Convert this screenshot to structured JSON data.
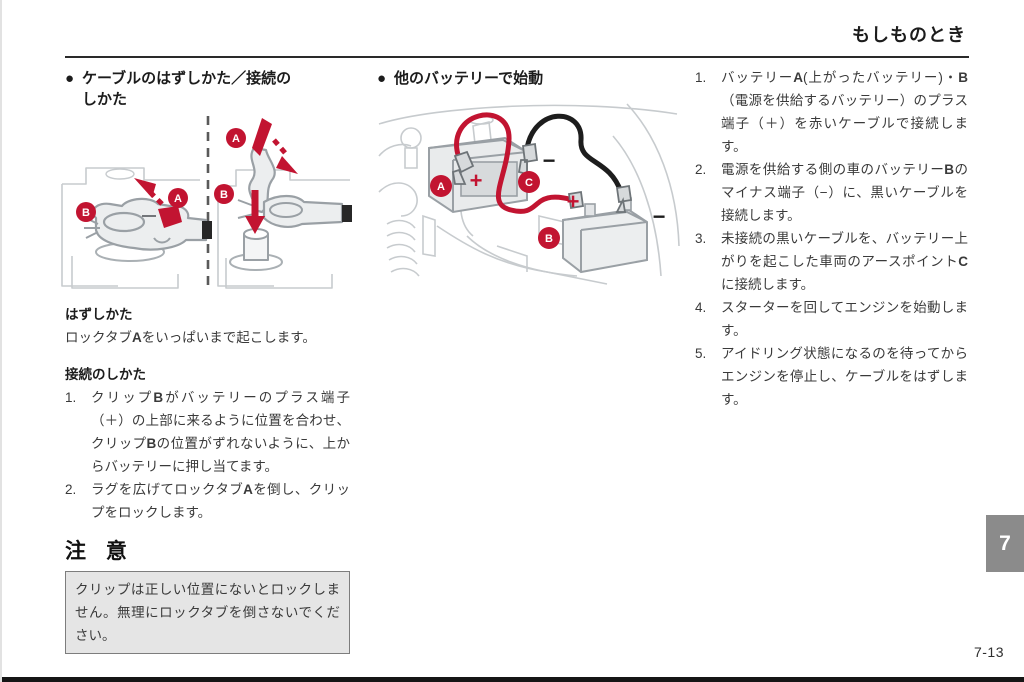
{
  "page": {
    "header_title": "もしものとき",
    "page_number": "7-13",
    "side_tab": "7"
  },
  "colors": {
    "accent_red": "#c21431",
    "tab_gray": "#8b8b8b",
    "caution_bg": "#e5e5e5",
    "line_art_gray": "#c7cbce",
    "clip_gray": "#9aa0a5"
  },
  "left_column": {
    "bullet": "●",
    "heading": "ケーブルのはずしかた／接続の\nしかた",
    "removal_title": "はずしかた",
    "removal_body": [
      {
        "t": "ロックタブ"
      },
      {
        "t": "A",
        "b": true
      },
      {
        "t": "をいっぱいまで起こします。"
      }
    ],
    "connect_title": "接続のしかた",
    "connect_steps": [
      {
        "num": "1.",
        "segments": [
          {
            "t": "クリップ"
          },
          {
            "t": "B",
            "b": true
          },
          {
            "t": "がバッテリーのプラス端子（＋）の上部に来るように位置を合わせ、クリップ"
          },
          {
            "t": "B",
            "b": true
          },
          {
            "t": "の位置がずれないように、上からバッテリーに押し当てます。"
          }
        ]
      },
      {
        "num": "2.",
        "segments": [
          {
            "t": "ラグを広げてロックタブ"
          },
          {
            "t": "A",
            "b": true
          },
          {
            "t": "を倒し、クリップをロックします。"
          }
        ]
      }
    ],
    "caution_title": "注 意",
    "caution_body": "クリップは正しい位置にないとロックしません。無理にロックタブを倒さないでください。"
  },
  "left_illustration": {
    "panel1_label_a": "A",
    "panel1_label_b": "B",
    "panel2_label_a": "A",
    "panel2_label_b": "B"
  },
  "middle_column": {
    "bullet": "●",
    "heading": "他のバッテリーで始動"
  },
  "middle_illustration": {
    "label_a": "A",
    "label_b": "B",
    "label_c": "C",
    "plus_a": "+",
    "plus_b": "+",
    "minus_c": "−",
    "minus_b": "−"
  },
  "right_column": {
    "steps": [
      {
        "num": "1.",
        "segments": [
          {
            "t": "バッテリー"
          },
          {
            "t": "A",
            "b": true
          },
          {
            "t": "(上がったバッテリー)・"
          },
          {
            "t": "B",
            "b": true
          },
          {
            "t": "（電源を供給するバッテリー）のプラス端子（＋）を赤いケーブルで接続します。"
          }
        ]
      },
      {
        "num": "2.",
        "segments": [
          {
            "t": "電源を供給する側の車のバッテリー"
          },
          {
            "t": "B",
            "b": true
          },
          {
            "t": "のマイナス端子（−）に、黒いケーブルを接続します。"
          }
        ]
      },
      {
        "num": "3.",
        "segments": [
          {
            "t": "未接続の黒いケーブルを、バッテリー上がりを起こした車両のアースポイント"
          },
          {
            "t": "C",
            "b": true
          },
          {
            "t": "に接続します。"
          }
        ]
      },
      {
        "num": "4.",
        "segments": [
          {
            "t": "スターターを回してエンジンを始動します。"
          }
        ]
      },
      {
        "num": "5.",
        "segments": [
          {
            "t": "アイドリング状態になるのを待ってからエンジンを停止し、ケーブルをはずします。"
          }
        ]
      }
    ]
  }
}
